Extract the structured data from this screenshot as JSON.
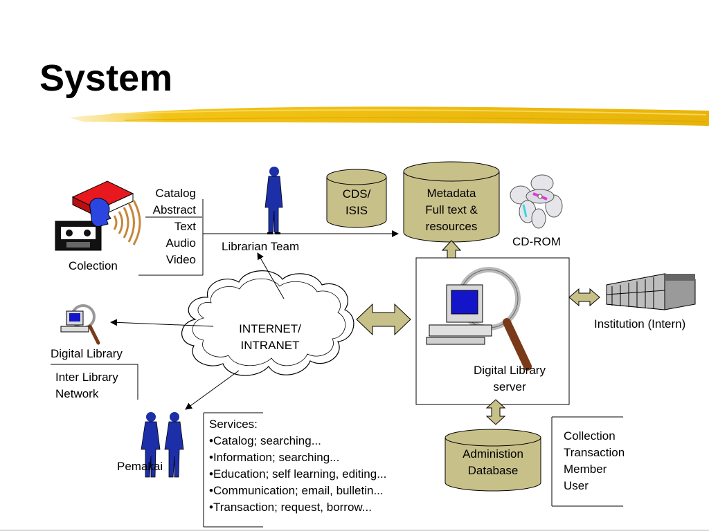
{
  "slide": {
    "title": "System"
  },
  "collection": {
    "label": "Colection",
    "items": [
      "Catalog",
      "Abstract",
      "Text",
      "Audio",
      "Video"
    ]
  },
  "librarian": {
    "label": "Librarian Team"
  },
  "cds_isis": {
    "lines": [
      "CDS/",
      "ISIS"
    ]
  },
  "metadata": {
    "lines": [
      "Metadata",
      "Full text &",
      "resources"
    ]
  },
  "cdrom": {
    "label": "CD-ROM"
  },
  "internet": {
    "lines": [
      "INTERNET/",
      "INTRANET"
    ]
  },
  "server": {
    "lines": [
      "Digital Library",
      "server"
    ]
  },
  "institution": {
    "label": "Institution (Intern)"
  },
  "digital_library": {
    "label": "Digital Library",
    "network_lines": [
      "Inter Library",
      "Network"
    ]
  },
  "pemakai": {
    "label": "Pemakai"
  },
  "services": {
    "heading": "Services:",
    "items": [
      "•Catalog; searching...",
      "•Information; searching...",
      "•Education; self learning, editing...",
      "•Communication; email, bulletin...",
      "•Transaction; request, borrow..."
    ]
  },
  "admin_db": {
    "lines": [
      "Administion",
      "Database"
    ]
  },
  "admin_items": [
    "Collection",
    "Transaction",
    "Member",
    "User"
  ],
  "colors": {
    "cylinder_fill": "#c8c089",
    "cylinder_stroke": "#000000",
    "accent_brush": "#f2c316",
    "person_blue": "#1c2fa8"
  }
}
